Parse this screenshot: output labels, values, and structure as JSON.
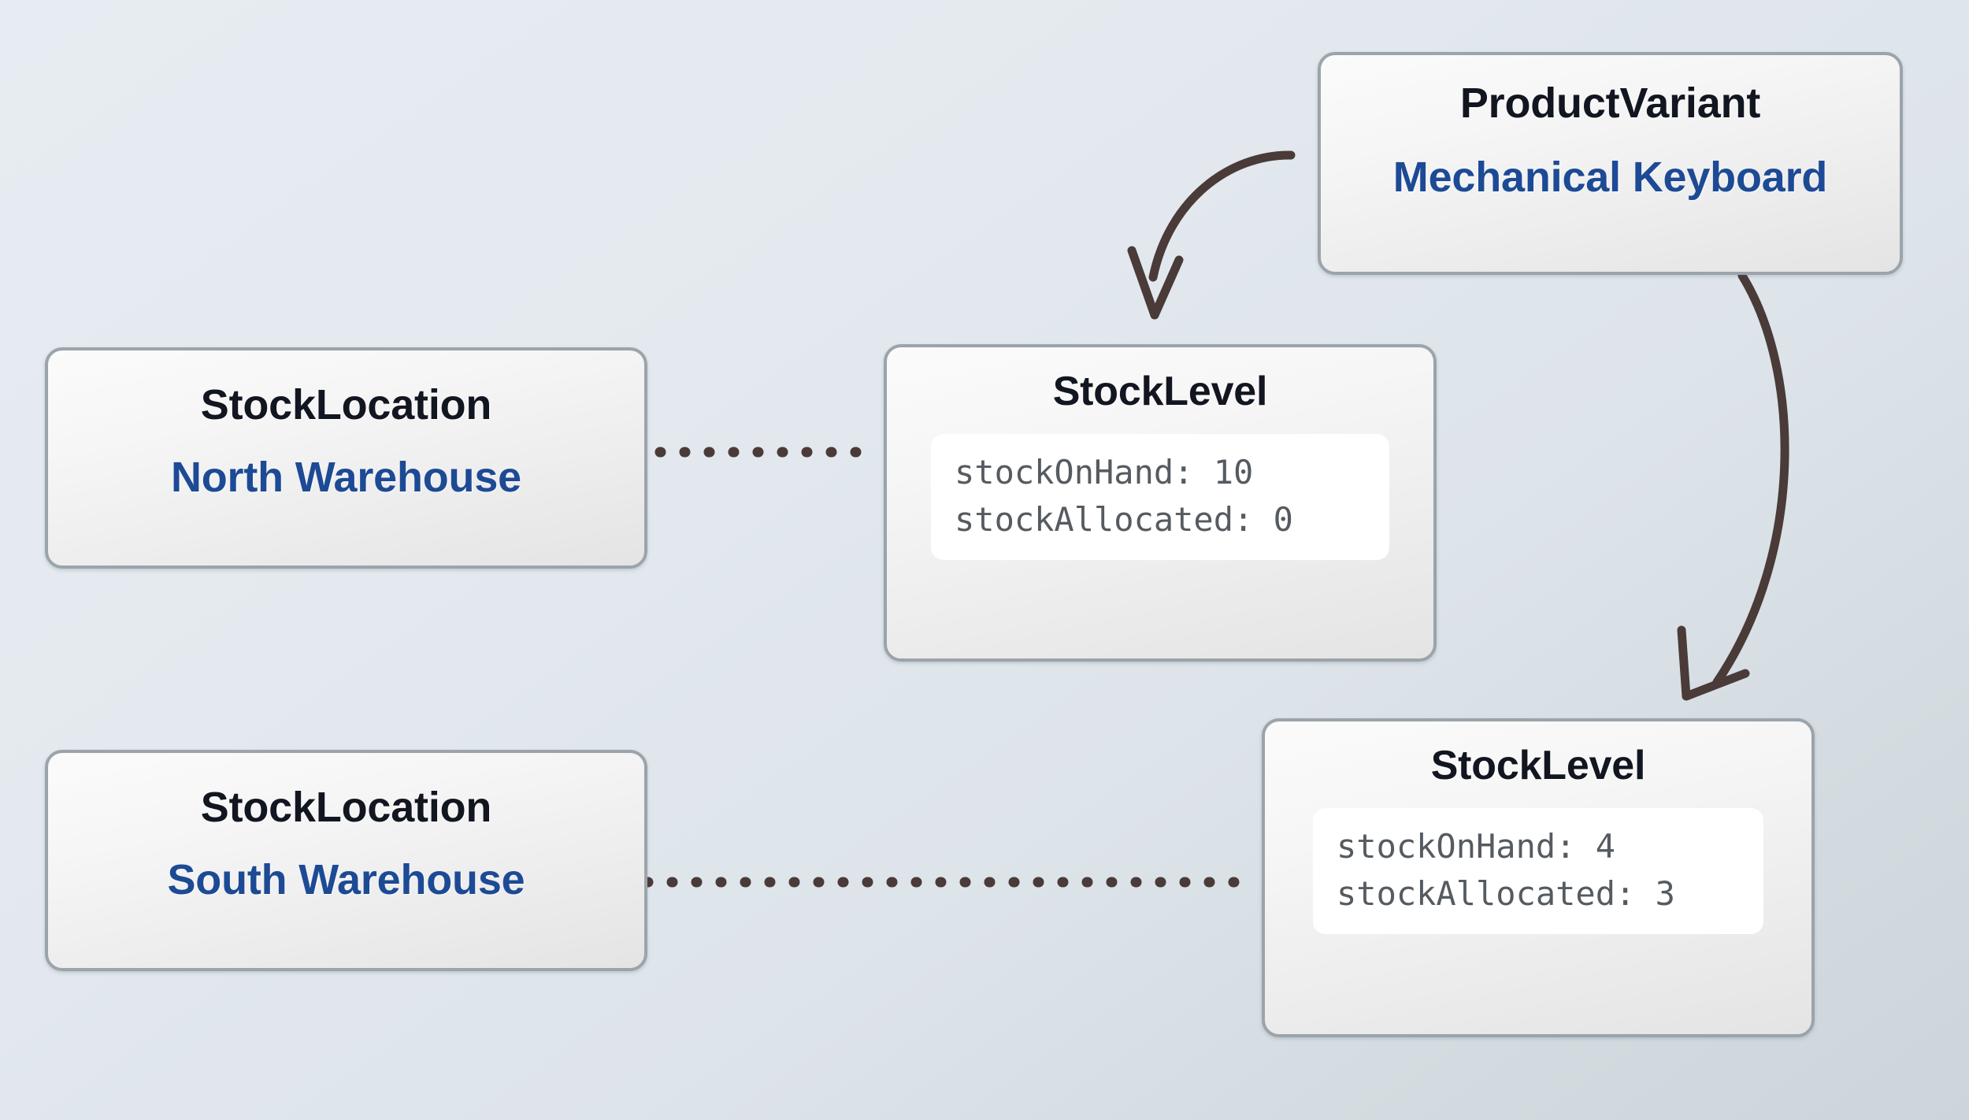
{
  "diagram": {
    "type": "entity-relationship-instance-diagram",
    "background_color": "#e3e9ee",
    "accent_color": "#1d4a95",
    "connector_color": "#4a3b38",
    "border_color": "#9ba4ab"
  },
  "nodes": {
    "product_variant": {
      "entity": "ProductVariant",
      "name": "Mechanical Keyboard"
    },
    "stock_level_1": {
      "entity": "StockLevel",
      "properties": [
        {
          "key": "stockOnHand",
          "value": "10",
          "text": "stockOnHand: 10"
        },
        {
          "key": "stockAllocated",
          "value": "0",
          "text": "stockAllocated: 0"
        }
      ]
    },
    "stock_level_2": {
      "entity": "StockLevel",
      "properties": [
        {
          "key": "stockOnHand",
          "value": "4",
          "text": "stockOnHand: 4"
        },
        {
          "key": "stockAllocated",
          "value": "3",
          "text": "stockAllocated: 3"
        }
      ]
    },
    "stock_location_north": {
      "entity": "StockLocation",
      "name": "North Warehouse"
    },
    "stock_location_south": {
      "entity": "StockLocation",
      "name": "South Warehouse"
    }
  },
  "edges": [
    {
      "id": "variant-to-level-1",
      "from": "product_variant",
      "to": "stock_level_1",
      "style": "curved-arrow",
      "arrowhead": true,
      "label": ""
    },
    {
      "id": "variant-to-level-2",
      "from": "product_variant",
      "to": "stock_level_2",
      "style": "curved-arrow",
      "arrowhead": true,
      "label": ""
    },
    {
      "id": "north-to-level-1",
      "from": "stock_location_north",
      "to": "stock_level_1",
      "style": "dotted",
      "arrowhead": false,
      "label": ""
    },
    {
      "id": "south-to-level-2",
      "from": "stock_location_south",
      "to": "stock_level_2",
      "style": "dotted",
      "arrowhead": false,
      "label": ""
    }
  ]
}
